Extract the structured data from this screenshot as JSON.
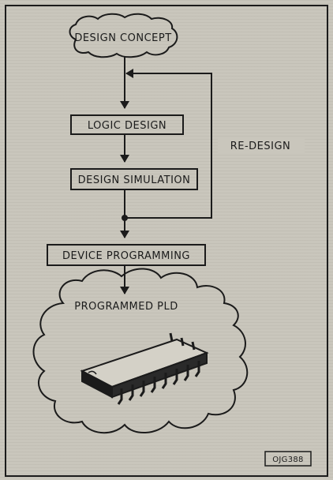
{
  "diagram": {
    "nodes": {
      "concept": "DESIGN CONCEPT",
      "logic": "LOGIC DESIGN",
      "simulation": "DESIGN SIMULATION",
      "programming": "DEVICE PROGRAMMING",
      "result": "PROGRAMMED PLD"
    },
    "feedback_label": "RE-DESIGN",
    "figure_code": "OJG388"
  },
  "colors": {
    "background": "#c9c6bc",
    "ink": "#1b1b1b"
  },
  "icons": [
    "cloud-shape",
    "ic-chip-icon",
    "arrow-icon",
    "junction-dot"
  ]
}
